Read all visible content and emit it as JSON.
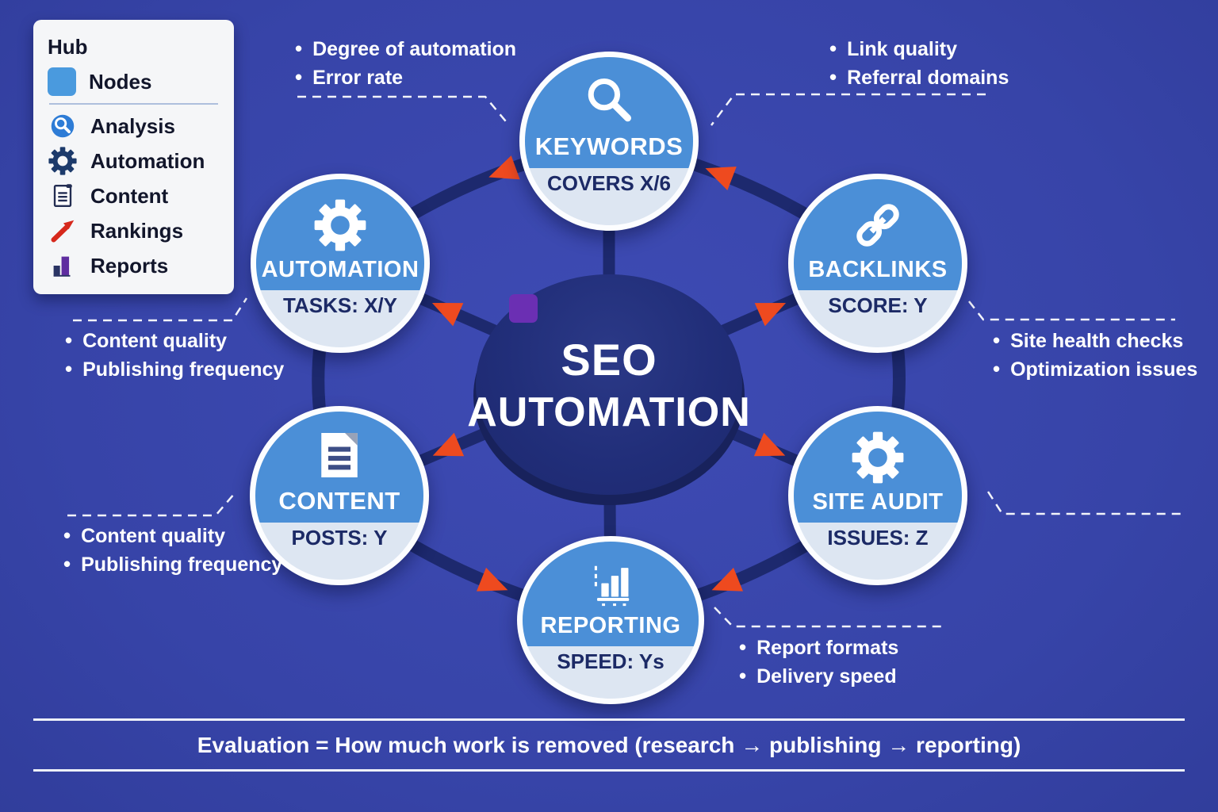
{
  "colors": {
    "background": "#3744a8",
    "hub_fill": "#1f2c74",
    "node_top": "#4b8fd7",
    "node_bottom": "#dde6f2",
    "node_stat_text": "#1c2a66",
    "connector": "#1d296e",
    "flow_arrow": "#ee4a1f",
    "legend_hub_swatch": "#6b2fb3",
    "legend_nodes_swatch": "#4a9ade"
  },
  "legend": {
    "swatches": [
      {
        "label": "Hub"
      },
      {
        "label": "Nodes"
      }
    ],
    "items": [
      {
        "icon": "magnifier-circle-icon",
        "label": "Analysis"
      },
      {
        "icon": "gear-icon",
        "label": "Automation"
      },
      {
        "icon": "scroll-icon",
        "label": "Content"
      },
      {
        "icon": "rising-arrow-icon",
        "label": "Rankings"
      },
      {
        "icon": "bar-chart-icon",
        "label": "Reports"
      }
    ]
  },
  "hub": {
    "line1": "SEO",
    "line2": "AUTOMATION"
  },
  "nodes": [
    {
      "id": "keywords",
      "icon": "magnifier-icon",
      "label": "KEYWORDS",
      "stat": "COVERS X/6"
    },
    {
      "id": "automation",
      "icon": "gear-icon",
      "label": "AUTOMATION",
      "stat": "TASKS: X/Y"
    },
    {
      "id": "backlinks",
      "icon": "chain-link-icon",
      "label": "BACKLINKS",
      "stat": "SCORE: Y"
    },
    {
      "id": "content",
      "icon": "document-icon",
      "label": "CONTENT",
      "stat": "POSTS: Y"
    },
    {
      "id": "site_audit",
      "icon": "gear-icon",
      "label": "SITE AUDIT",
      "stat": "ISSUES: Z"
    },
    {
      "id": "reporting",
      "icon": "bar-chart-icon",
      "label": "REPORTING",
      "stat": "SPEED: Ys"
    }
  ],
  "callouts": {
    "top_left": {
      "items": [
        "Degree of automation",
        "Error rate"
      ]
    },
    "top_right": {
      "items": [
        "Link quality",
        "Referral domains"
      ]
    },
    "mid_left": {
      "items": [
        "Content quality",
        "Publishing frequency"
      ]
    },
    "mid_right": {
      "items": [
        "Site health checks",
        "Optimization issues"
      ]
    },
    "bottom_left": {
      "items": [
        "Content quality",
        "Publishing frequency"
      ]
    },
    "bottom_right": {
      "items": [
        "Report formats",
        "Delivery speed"
      ]
    }
  },
  "footer": {
    "text": "Evaluation = How much work is removed (research → publishing → reporting)"
  }
}
